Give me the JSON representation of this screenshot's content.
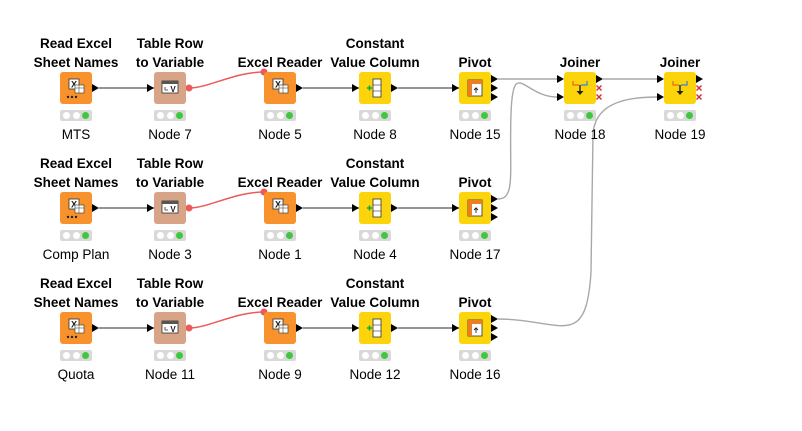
{
  "nodes": [
    {
      "id": "n1",
      "title": "Read Excel\nSheet Names",
      "label": "MTS",
      "kind": "read",
      "outPorts": 1
    },
    {
      "id": "n2",
      "title": "Table Row\nto Variable",
      "label": "Node 7",
      "kind": "trv",
      "outPorts": 1
    },
    {
      "id": "n3",
      "title": "Excel Reader",
      "label": "Node 5",
      "kind": "reader",
      "outPorts": 1
    },
    {
      "id": "n4",
      "title": "Constant\nValue Column",
      "label": "Node 8",
      "kind": "const",
      "outPorts": 1
    },
    {
      "id": "n5",
      "title": "Pivot",
      "label": "Node 15",
      "kind": "pivot",
      "outPorts": 3
    },
    {
      "id": "n6",
      "title": "Joiner",
      "label": "Node 18",
      "kind": "joiner",
      "outPorts": 3
    },
    {
      "id": "n7",
      "title": "Joiner",
      "label": "Node 19",
      "kind": "joiner",
      "outPorts": 3
    },
    {
      "id": "n8",
      "title": "Read Excel\nSheet Names",
      "label": "Comp Plan",
      "kind": "read",
      "outPorts": 1
    },
    {
      "id": "n9",
      "title": "Table Row\nto Variable",
      "label": "Node 3",
      "kind": "trv",
      "outPorts": 1
    },
    {
      "id": "n10",
      "title": "Excel Reader",
      "label": "Node 1",
      "kind": "reader",
      "outPorts": 1
    },
    {
      "id": "n11",
      "title": "Constant\nValue Column",
      "label": "Node 4",
      "kind": "const",
      "outPorts": 1
    },
    {
      "id": "n12",
      "title": "Pivot",
      "label": "Node 17",
      "kind": "pivot",
      "outPorts": 3
    },
    {
      "id": "n13",
      "title": "Read Excel\nSheet Names",
      "label": "Quota",
      "kind": "read",
      "outPorts": 1
    },
    {
      "id": "n14",
      "title": "Table Row\nto Variable",
      "label": "Node 11",
      "kind": "trv",
      "outPorts": 1
    },
    {
      "id": "n15",
      "title": "Excel Reader",
      "label": "Node 9",
      "kind": "reader",
      "outPorts": 1
    },
    {
      "id": "n16",
      "title": "Constant\nValue Column",
      "label": "Node 12",
      "kind": "const",
      "outPorts": 1
    },
    {
      "id": "n17",
      "title": "Pivot",
      "label": "Node 16",
      "kind": "pivot",
      "outPorts": 3
    }
  ],
  "colors": {
    "read": "#f7922d",
    "reader": "#f7922d",
    "trv": "#d7a487",
    "const": "#fbd40b",
    "pivot": "#fbd40b",
    "joiner": "#fbd40b",
    "dataLink": "#707070",
    "flowLink": "#ec5a5a",
    "curveLink": "#a8a8a8",
    "statusGreen": "#3fc83f"
  },
  "icons": {
    "read": "excel-sheet-names-icon",
    "reader": "excel-reader-icon",
    "trv": "table-row-to-variable-icon",
    "const": "constant-value-column-icon",
    "pivot": "pivot-icon",
    "joiner": "joiner-icon"
  }
}
